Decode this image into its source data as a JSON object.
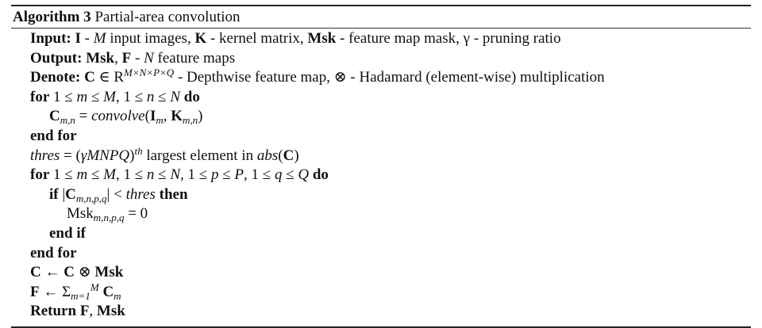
{
  "algorithm": {
    "label": "Algorithm 3",
    "title": "Partial-area convolution",
    "input_kw": "Input:",
    "input_text": "I - M input images, K - kernel matrix, Msk - feature map mask, γ - pruning ratio",
    "output_kw": "Output:",
    "output_text": "Msk, F - N feature maps",
    "denote_kw": "Denote:",
    "denote_text": "C ∈ R^{M×N×P×Q} - Depthwise feature map, ⊗ - Hadamard (element-wise) multiplication",
    "lines": [
      "for 1 ≤ m ≤ M, 1 ≤ n ≤ N do",
      "C_{m,n} = convolve(I_m, K_{m,n})",
      "end for",
      "thres = (γMNPQ)^{th} largest element in abs(C)",
      "for 1 ≤ m ≤ M, 1 ≤ n ≤ N, 1 ≤ p ≤ P, 1 ≤ q ≤ Q do",
      "if |C_{m,n,p,q}| < thres then",
      "Msk_{m,n,p,q} = 0",
      "end if",
      "end for",
      "C ← C ⊗ Msk",
      "F ← Σ_{m=1}^{M} C_m",
      "Return F, Msk"
    ]
  }
}
